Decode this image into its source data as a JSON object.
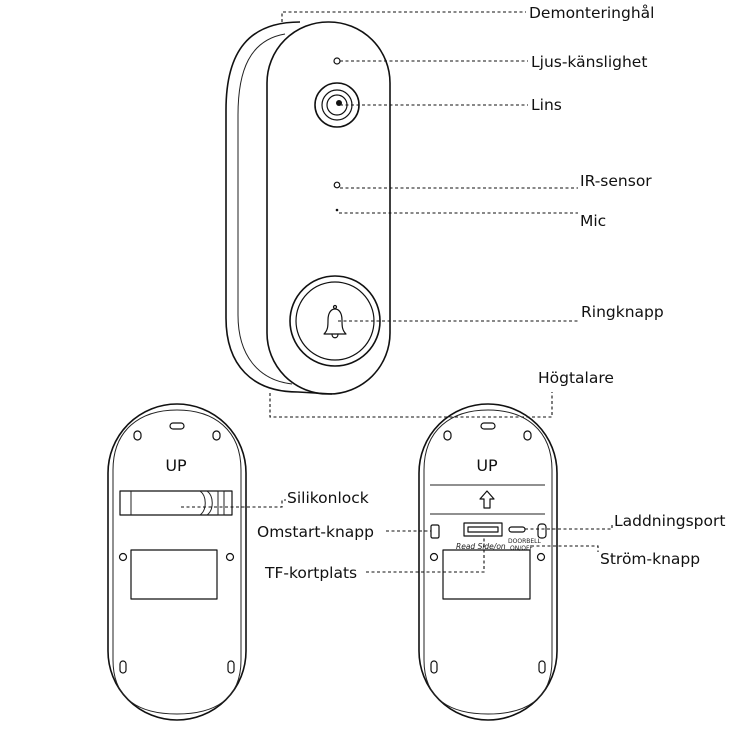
{
  "labels": {
    "mounting_hole": "Demonteringhål",
    "light_sensor": "Ljus-känslighet",
    "lens": "Lins",
    "ir_sensor": "IR-sensor",
    "mic": "Mic",
    "ring_button": "Ringknapp",
    "speaker": "Högtalare",
    "silicone_cover": "Silikonlock",
    "reset_button": "Omstart-knapp",
    "tf_slot": "TF-kortplats",
    "charging_port": "Laddningsport",
    "power_button": "Ström-knapp"
  },
  "back_left": {
    "up_label": "UP"
  },
  "back_right": {
    "up_label": "UP",
    "tf_marking": "Read Side/on",
    "power_marking_line1": "DOORBELL",
    "power_marking_line2": "ON/OFF"
  },
  "colors": {
    "line": "#111111",
    "background": "#ffffff"
  },
  "icons": [
    "bell-icon",
    "up-arrow-icon"
  ]
}
